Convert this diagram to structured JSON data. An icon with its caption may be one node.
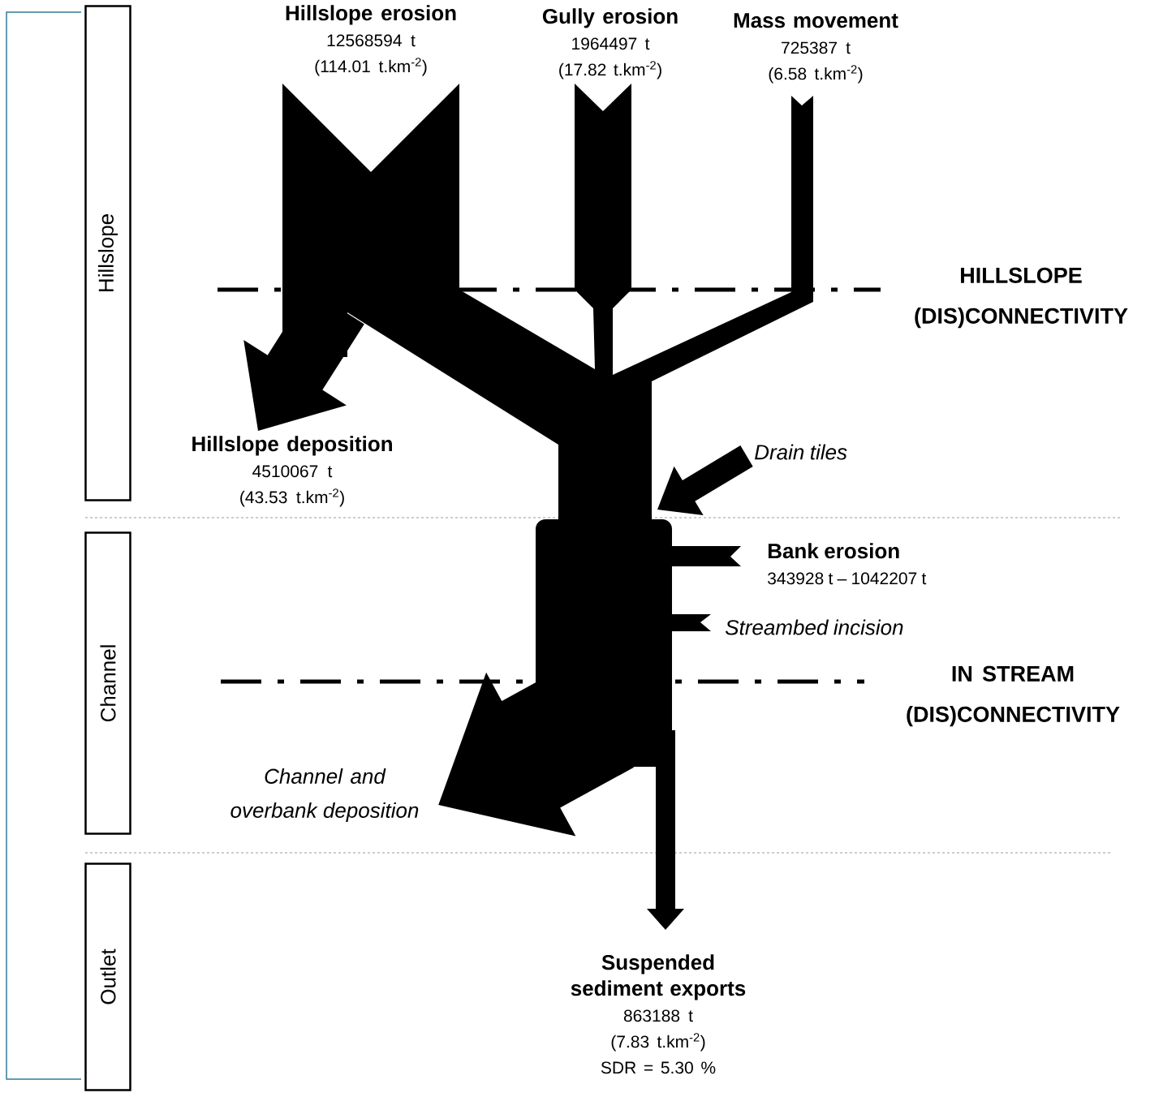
{
  "diagram": {
    "nodes": [
      {
        "text": [
          "Hillslope erosion",
          "12568594 t",
          "(114.01 t.km$^{-2}$)"
        ]
      },
      {
        "text": [
          "Gully erosion",
          "1964497 t",
          "(17.82 t.km$^{-2}$)"
        ]
      },
      {
        "text": [
          "Mass movement",
          "725387 t",
          "(6.58 t.km$^{-2}$)"
        ]
      },
      {
        "text": [
          "Hillslope deposition",
          "4510067 t",
          "(43.53 t.km$^{-2}$)"
        ]
      },
      {
        "text": [
          "Drain tiles"
        ]
      },
      {
        "text": [
          "Bank erosion",
          "343928 t – 1042207 t"
        ]
      },
      {
        "text": [
          "Streambed incision"
        ]
      },
      {
        "text": [
          "Channel and overbank deposition"
        ]
      },
      {
        "text": [
          "Suspended sediment exports",
          "863188 t",
          "(7.83 t.km$^{-2}$)",
          "SDR = 5.30 %"
        ]
      },
      {
        "text": [
          "Hillslope"
        ]
      },
      {
        "text": [
          "Channel"
        ]
      },
      {
        "text": [
          "Outlet"
        ]
      }
    ],
    "edges": [
      {
        "from": null,
        "to": 3,
        "arrow": "to",
        "style": "thick"
      },
      {
        "from": 4,
        "to": null,
        "arrow": "to"
      },
      {
        "from": null,
        "to": 7,
        "arrow": "to",
        "style": "thick"
      },
      {
        "from": null,
        "to": 8,
        "arrow": "to"
      }
    ],
    "labels": [
      "HILLSLOPE (DIS)CONNECTIVITY",
      "IN STREAM (DIS)CONNECTIVITY"
    ]
  }
}
